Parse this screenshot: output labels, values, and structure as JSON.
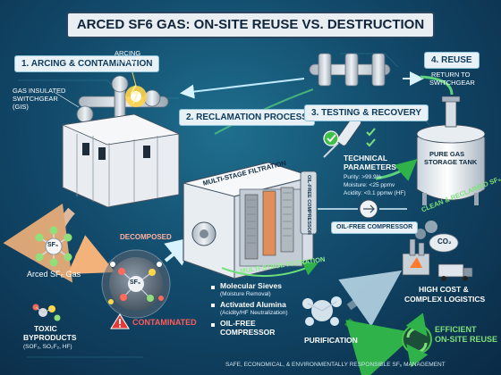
{
  "title": "ARCED SF6 GAS: ON-SITE REUSE VS. DESTRUCTION",
  "stage1": {
    "heading": "1. ARCING & CONTAMINATION",
    "gis_label": [
      "GAS INSULATED",
      "SWITCHGEAR",
      "(GIS)"
    ],
    "arcing_label": [
      "ARCING",
      "EVENT"
    ],
    "sf6_molecule": "SF₆",
    "arced_gas": "Arced SF₆ Gas",
    "toxic_label": [
      "TOXIC",
      "BYPRODUCTS"
    ],
    "toxic_formula": "(SOF₂, SO₂F₂, HF)",
    "decomposed": "DECOMPOSED",
    "contaminated": "CONTAMINATED",
    "center_molecule": "SF₆"
  },
  "stage2": {
    "heading": "2. RECLAMATION PROCESS",
    "unit_label": "MULTI-STAGE FILTRATION",
    "compressor_vertical": "OIL-FREE COMPRESSOR",
    "filtration_label": "MULTI-STAGE FILTRATION",
    "steps": [
      {
        "title": "Molecular Sieves",
        "sub": "(Moisture Removal)"
      },
      {
        "title": "Activated Alumina",
        "sub": "(Acidity/HF Neutralization)"
      },
      {
        "title": "OIL-FREE",
        "sub": "COMPRESSOR"
      }
    ],
    "purification": "PURIFICATION"
  },
  "stage3": {
    "heading": "3. TESTING & RECOVERY",
    "params_title": [
      "TECHNICAL",
      "PARAMETERS"
    ],
    "params": [
      "Purity: >99.9%",
      "Moisture: <25 ppmv",
      "Acidity: <0.1 ppmw (HF)"
    ],
    "compressor_label": "OIL-FREE COMPRESSOR"
  },
  "stage4": {
    "heading": "4. REUSE",
    "return_label": [
      "RETURN TO",
      "SWITCHGEAR"
    ],
    "tank_label": [
      "PURE GAS",
      "STORAGE TANK"
    ],
    "clean_label": "CLEAN & RECLAIMED SF₆"
  },
  "destruction": {
    "co2": "CO₂",
    "cost_label": [
      "HIGH COST &",
      "COMPLEX LOGISTICS"
    ]
  },
  "reuse_badge": [
    "EFFICIENT",
    "ON-SITE REUSE"
  ],
  "footer": "SAFE, ECONOMICAL, & ENVIRONMENTALLY RESPONSIBLE SF₆ MANAGEMENT",
  "colors": {
    "background": "#124a6b",
    "reuse_green": "#46c24a",
    "contaminated_red": "#e53935",
    "accent_blue": "#7fd3f0"
  }
}
